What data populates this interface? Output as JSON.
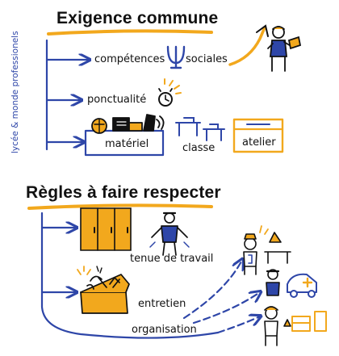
{
  "section1": {
    "title": "Exigence commune",
    "side_label": "lycée & monde professionels",
    "items": {
      "competences": "compétences",
      "sociales": "sociales",
      "ponctualite": "ponctualité",
      "materiel": "matériel",
      "classe": "classe",
      "atelier": "atelier"
    }
  },
  "section2": {
    "title": "Règles à faire respecter",
    "items": {
      "tenue": "tenue de travail",
      "entretien": "entretien",
      "organisation": "organisation"
    }
  },
  "colors": {
    "blue": "#2e46a8",
    "orange": "#f2a81d",
    "ink": "#111111"
  }
}
